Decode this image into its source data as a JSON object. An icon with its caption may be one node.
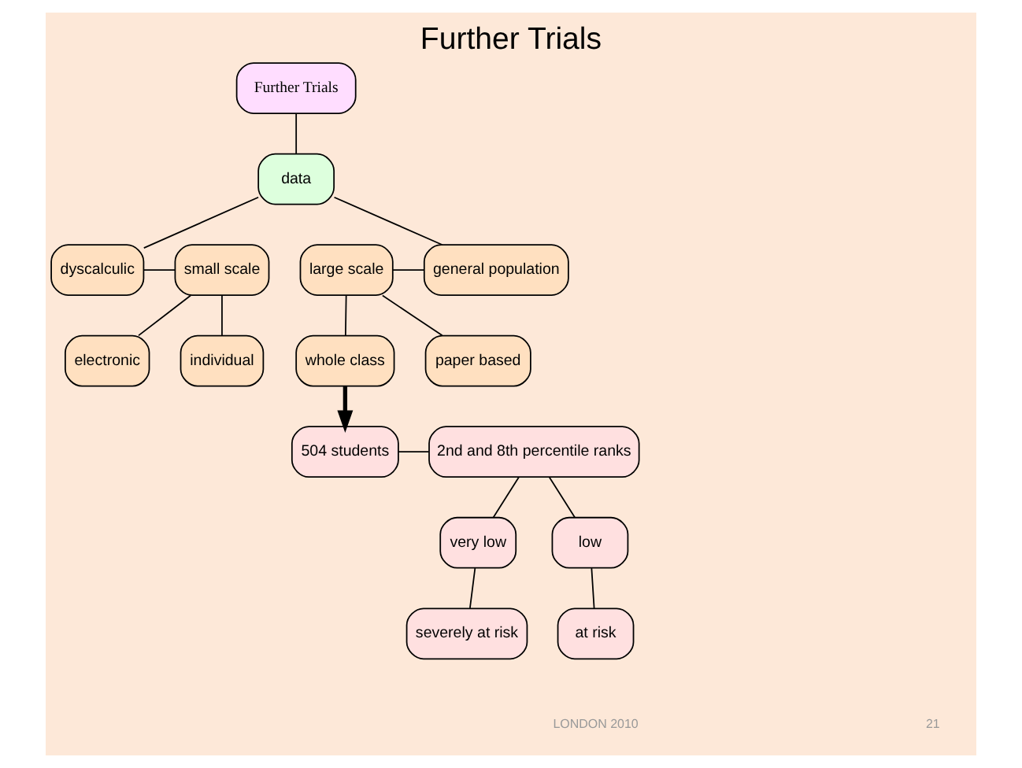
{
  "diagram": {
    "title": "Further Trials",
    "nodes": [
      {
        "text": [
          "Further Trials"
        ]
      },
      {
        "text": [
          "data"
        ]
      },
      {
        "text": [
          "large scale"
        ]
      },
      {
        "text": [
          "general population"
        ]
      },
      {
        "text": [
          "dyscalculic"
        ]
      },
      {
        "text": [
          "small scale"
        ]
      },
      {
        "text": [
          "whole class"
        ]
      },
      {
        "text": [
          "paper based"
        ]
      },
      {
        "text": [
          "electronic"
        ]
      },
      {
        "text": [
          "individual"
        ]
      },
      {
        "text": [
          "504 students"
        ]
      },
      {
        "text": [
          "2nd and 8th percentile ranks"
        ]
      },
      {
        "text": [
          "very low"
        ]
      },
      {
        "text": [
          "severely at risk"
        ]
      },
      {
        "text": [
          "low"
        ]
      },
      {
        "text": [
          "at risk"
        ]
      }
    ],
    "edges": [
      {
        "from": 0,
        "to": 1,
        "arrow": "none"
      },
      {
        "from": 1,
        "to": 3,
        "arrow": "none"
      },
      {
        "from": 1,
        "to": 4,
        "arrow": "none"
      },
      {
        "from": 2,
        "to": 3,
        "arrow": "none"
      },
      {
        "from": 4,
        "to": 5,
        "arrow": "none"
      },
      {
        "from": 2,
        "to": 6,
        "arrow": "none"
      },
      {
        "from": 2,
        "to": 7,
        "arrow": "none"
      },
      {
        "from": 5,
        "to": 8,
        "arrow": "none"
      },
      {
        "from": 5,
        "to": 9,
        "arrow": "none"
      },
      {
        "from": 6,
        "to": 10,
        "arrow": "to",
        "style": "thick"
      },
      {
        "from": 10,
        "to": 11,
        "arrow": "none"
      },
      {
        "from": 11,
        "to": 12,
        "arrow": "none"
      },
      {
        "from": 11,
        "to": 14,
        "arrow": "none"
      },
      {
        "from": 12,
        "to": 13,
        "arrow": "none"
      },
      {
        "from": 14,
        "to": 15,
        "arrow": "none"
      }
    ],
    "labels": [
      "LONDON 2010",
      "21"
    ]
  }
}
